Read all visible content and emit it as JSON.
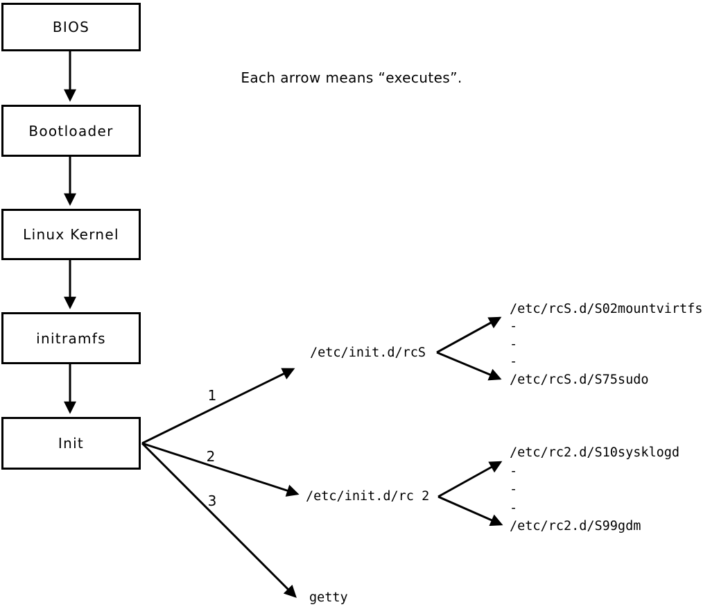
{
  "caption": "Each arrow means “executes”.",
  "flow": {
    "nodes": [
      {
        "label": "BIOS"
      },
      {
        "label": "Bootloader"
      },
      {
        "label": "Linux Kernel"
      },
      {
        "label": "initramfs"
      },
      {
        "label": "Init"
      }
    ]
  },
  "branches": {
    "labels": [
      "1",
      "2",
      "3"
    ],
    "targets": [
      "/etc/init.d/rcS",
      "/etc/init.d/rc 2",
      "getty"
    ]
  },
  "rcS_scripts": [
    "/etc/rcS.d/S02mountvirtfs",
    "-",
    "-",
    "-",
    "/etc/rcS.d/S75sudo"
  ],
  "rc2_scripts": [
    "/etc/rc2.d/S10sysklogd",
    "-",
    "-",
    "-",
    "/etc/rc2.d/S99gdm"
  ],
  "colors": {
    "line": "#000000",
    "background": "#ffffff"
  }
}
